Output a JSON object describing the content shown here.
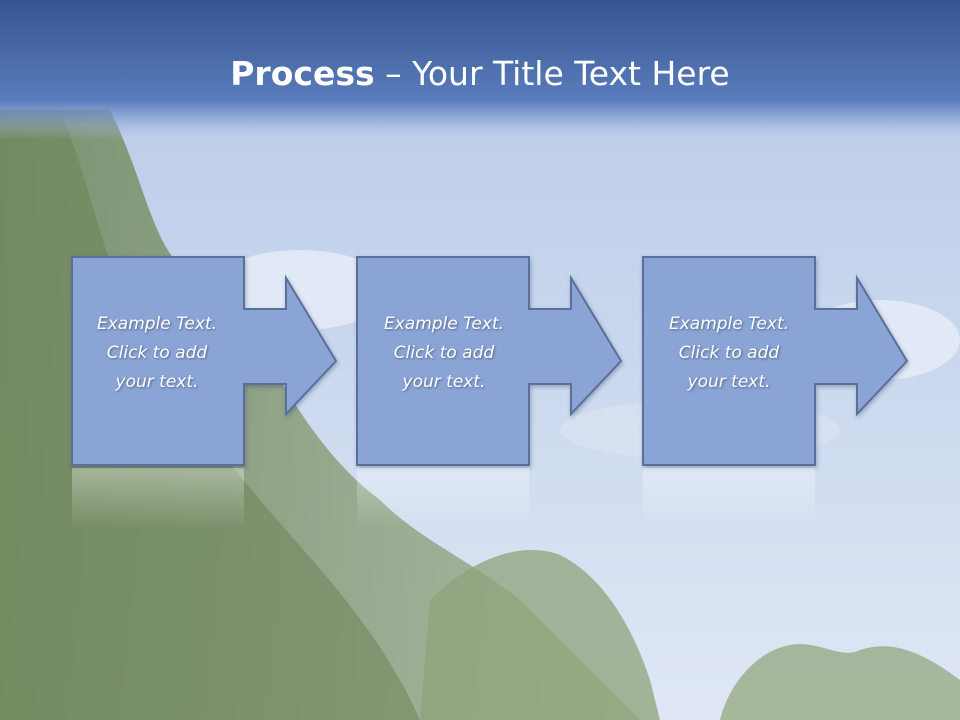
{
  "slide": {
    "title_bold": "Process",
    "title_rest": " – Your Title Text Here"
  },
  "steps": [
    {
      "lines": [
        "Example Text.",
        "Click  to add",
        "your text."
      ]
    },
    {
      "lines": [
        "Example Text.",
        "Click  to add",
        "your text."
      ]
    },
    {
      "lines": [
        "Example Text.",
        "Click  to add",
        "your text."
      ]
    }
  ],
  "colors": {
    "title_band": "#3f5f9c",
    "box_fill": "#8aa4d6",
    "box_stroke": "#5a7098",
    "sky": "#c9d7ee",
    "foliage": "#7e9566"
  }
}
